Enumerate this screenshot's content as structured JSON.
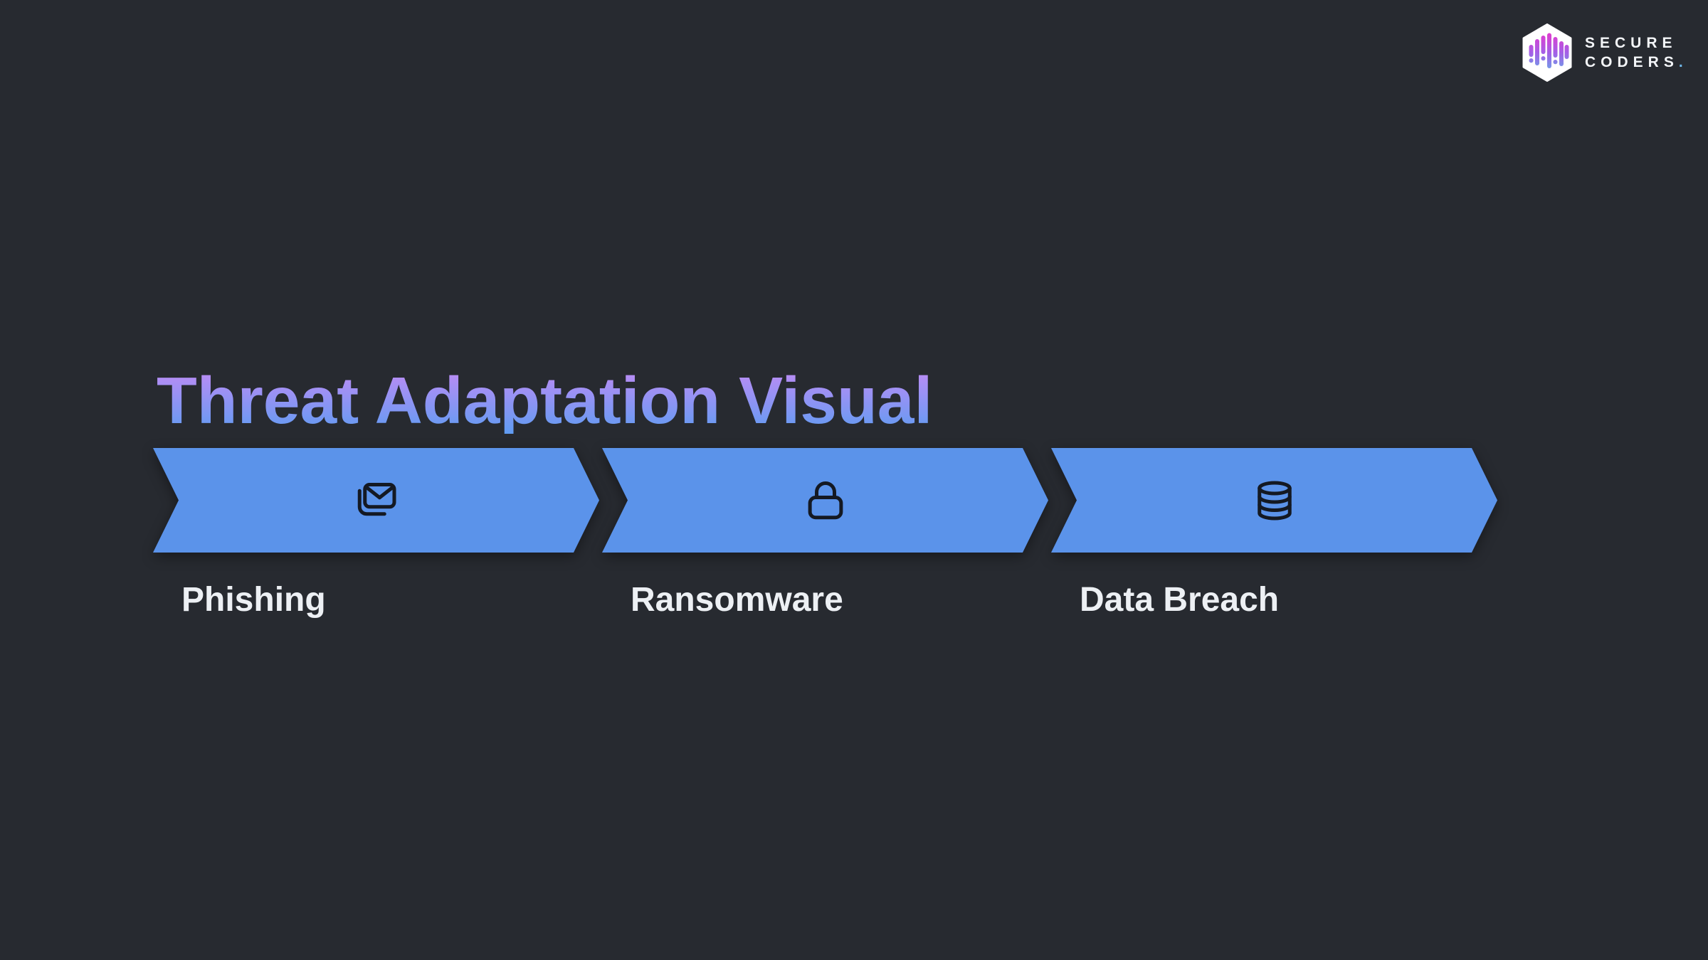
{
  "brand": {
    "line1": "SECURE",
    "line2": "CODERS",
    "dot": ".",
    "logo_icon": "hexagon-drip-logo-icon"
  },
  "title": {
    "text": "Threat Adaptation Visual"
  },
  "flow": {
    "steps": [
      {
        "label": "Phishing",
        "icon": "mails-icon"
      },
      {
        "label": "Ransomware",
        "icon": "lock-icon"
      },
      {
        "label": "Data Breach",
        "icon": "database-icon"
      }
    ]
  },
  "colors": {
    "bg": "#272A30",
    "arrow_fill": "#5B93EA",
    "icon_stroke": "#141923",
    "title_from": "#C08BF5",
    "title_to": "#5F9CF2",
    "label_color": "#EDF0F4",
    "brand_dot": "#6FB7E8",
    "logo_drip_top": "#DB3FD1",
    "logo_drip_mid": "#A45FE6",
    "logo_drip_bottom": "#6F9FE8"
  }
}
